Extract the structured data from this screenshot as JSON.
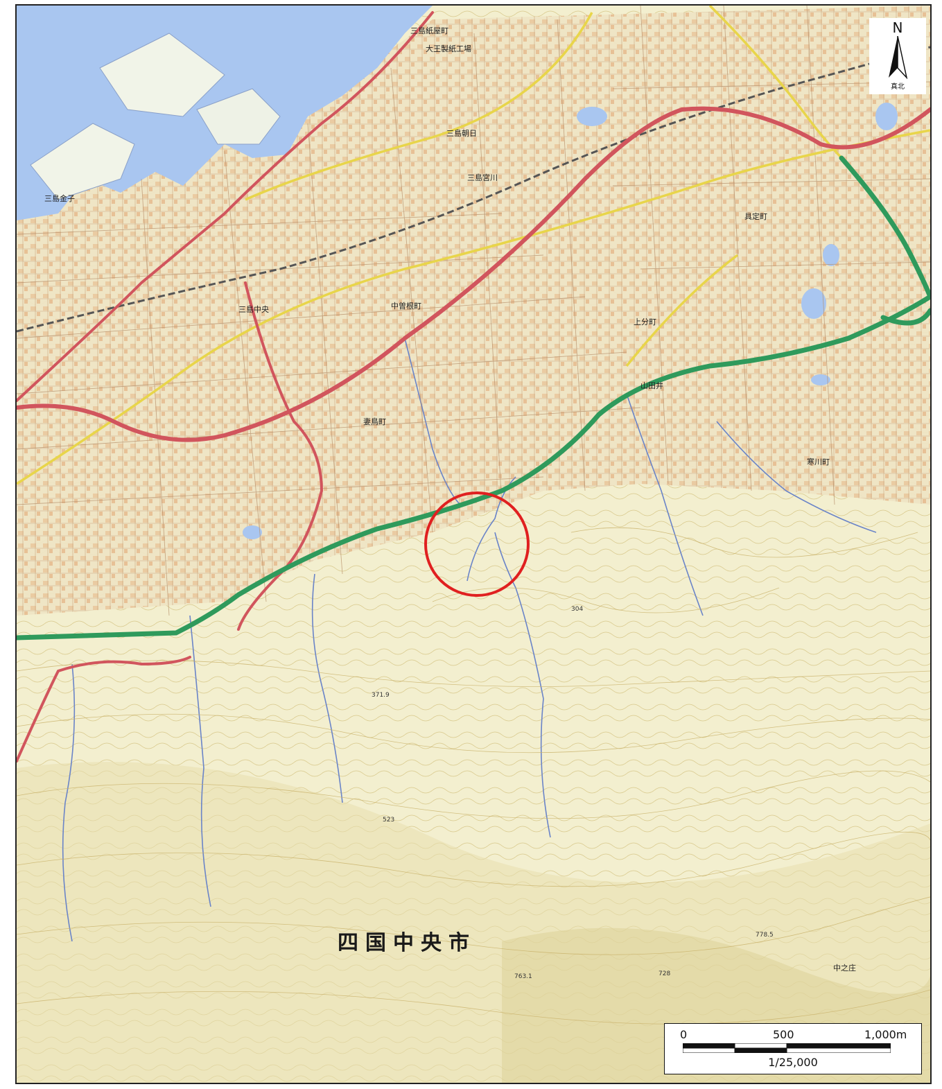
{
  "map": {
    "region_label": "四国中央市",
    "north_label": "N",
    "north_sub": "真北",
    "scale": {
      "ticks": [
        "0",
        "500",
        "1,000m"
      ],
      "ratio": "1/25,000"
    },
    "places": [
      "三島紙屋町",
      "大王製紙工場",
      "三島朝日",
      "三島宮川",
      "三島中央",
      "三島金子",
      "中曽根町",
      "具定町",
      "上分町",
      "妻鳥町",
      "山田井",
      "寒川町",
      "中之庄"
    ],
    "spot_heights": [
      "304",
      "371.9",
      "523",
      "763.1",
      "778.5",
      "728"
    ],
    "colors": {
      "sea": "#a9c6f0",
      "land": "#f4f1d6",
      "urban": "#edd6b4",
      "national_road": "#d1555d",
      "expressway": "#2f9a5c",
      "prefectural_road": "#e8d54a",
      "river": "#6a84c8",
      "railway": "#555555",
      "highlight_circle": "#e02020"
    }
  }
}
